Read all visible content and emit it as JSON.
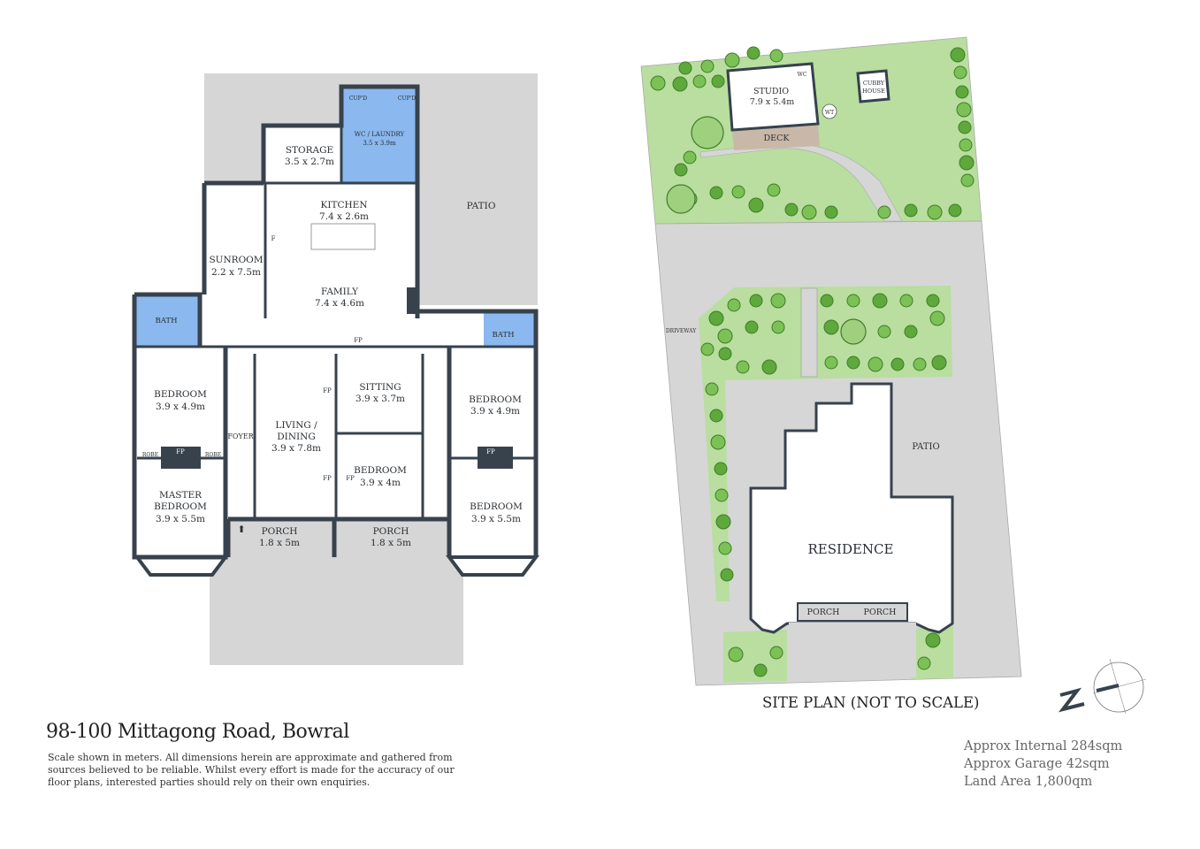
{
  "title": "98-100 Mittagong Road, Bowral",
  "disclaimer": "Scale shown in meters. All dimensions herein are approximate and gathered from sources believed to be  reliable. Whilst every effort is made for the accuracy of our floor plans, interested parties should rely on their own enquiries.",
  "stats": [
    "Approx Internal 284sqm",
    "Approx Garage 42sqm",
    "Land Area 1,800qm"
  ],
  "colors": {
    "wall": "#37424d",
    "wet_area": "#8ab8ef",
    "paving": "#d6d6d6",
    "lawn": "#b9dea0",
    "tree": "#5ea83c"
  },
  "floor_plan": {
    "rooms": [
      {
        "lines": [
          "STORAGE"
        ],
        "dims": "3.5 x 2.7m"
      },
      {
        "lines": [
          "WC / LAUNDRY"
        ],
        "dims": "3.5 x 3.9m"
      },
      {
        "lines": [
          "KITCHEN"
        ],
        "dims": "7.4 x 2.6m"
      },
      {
        "lines": [
          "SUNROOM"
        ],
        "dims": "2.2 x 7.5m"
      },
      {
        "lines": [
          "FAMILY"
        ],
        "dims": "7.4 x 4.6m"
      },
      {
        "lines": [
          "BEDROOM"
        ],
        "dims": "3.9 x 4.9m"
      },
      {
        "lines": [
          "MASTER",
          "BEDROOM"
        ],
        "dims": "3.9 x 5.5m"
      },
      {
        "lines": [
          "LIVING /",
          "DINING"
        ],
        "dims": "3.9 x 7.8m"
      },
      {
        "lines": [
          "SITTING"
        ],
        "dims": "3.9 x 3.7m"
      },
      {
        "lines": [
          "BEDROOM"
        ],
        "dims": "3.9 x 4m"
      },
      {
        "lines": [
          "BEDROOM"
        ],
        "dims": "3.9 x 4.9m"
      },
      {
        "lines": [
          "BEDROOM"
        ],
        "dims": "3.9 x 5.5m"
      },
      {
        "lines": [
          "PORCH"
        ],
        "dims": "1.8 x 5m"
      },
      {
        "lines": [
          "PORCH"
        ],
        "dims": "1.8 x 5m"
      }
    ],
    "labels": {
      "patio": "PATIO",
      "bath": "BATH",
      "foyer": "FOYER",
      "fp": "FP",
      "robe": "ROBE",
      "cupd": "CUP'D",
      "fridge": "F"
    }
  },
  "site_plan": {
    "title": "SITE PLAN (NOT TO SCALE)",
    "studio": {
      "name": "STUDIO",
      "dims": "7.9 x 5.4m"
    },
    "wc": "WC",
    "wt": "WT",
    "cubby": [
      "CUBBY",
      "HOUSE"
    ],
    "deck": "DECK",
    "driveway": "DRIVEWAY",
    "patio": "PATIO",
    "residence": "RESIDENCE",
    "porch": "PORCH",
    "compass": "north-arrow"
  }
}
